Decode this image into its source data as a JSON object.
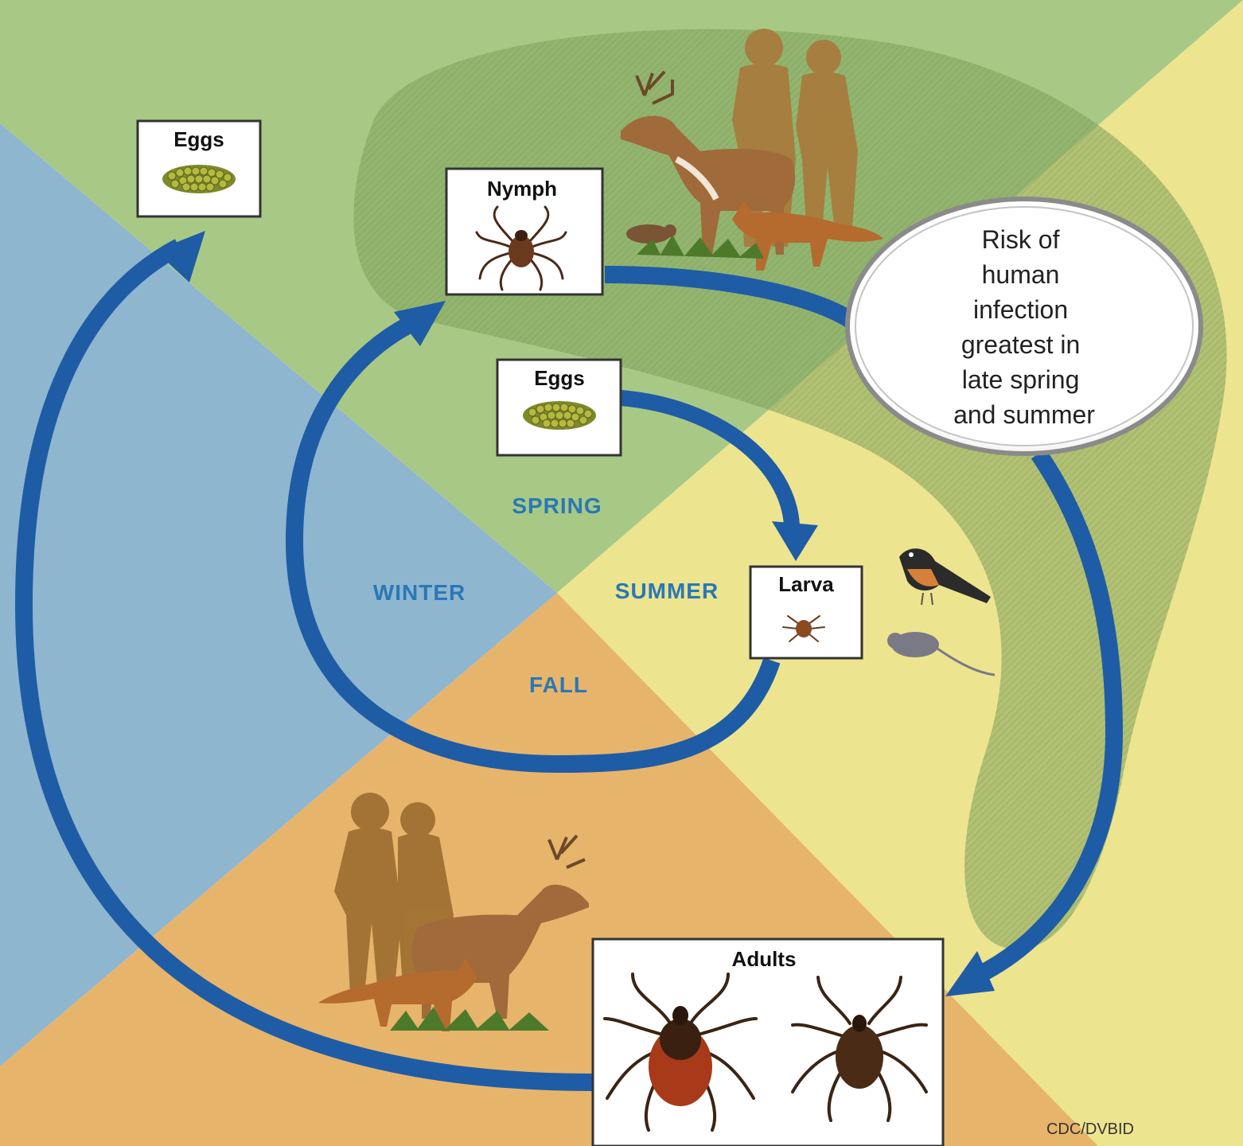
{
  "diagram": {
    "seasons": {
      "spring": "SPRING",
      "summer": "SUMMER",
      "fall": "FALL",
      "winter": "WINTER"
    },
    "stages": {
      "eggs_top": "Eggs",
      "nymph": "Nymph",
      "eggs_center": "Eggs",
      "larva": "Larva",
      "adults": "Adults"
    },
    "risk_note": {
      "lines": [
        "Risk of",
        "human",
        "infection",
        "greatest in",
        "late spring",
        "and summer"
      ]
    },
    "credit": "CDC/DVBID",
    "colors": {
      "spring": "#a8c985",
      "summer": "#ede48f",
      "fall": "#e7b46b",
      "winter": "#8fb6cf",
      "arrow": "#1f5ca6",
      "risk_zone": "#7fa35c",
      "season_text": "#2a78b6"
    },
    "icons": [
      "deer-icon",
      "human-silhouette-icon",
      "fox-icon",
      "chipmunk-icon",
      "bird-icon",
      "mouse-icon",
      "tick-icon",
      "egg-cluster-icon"
    ]
  }
}
